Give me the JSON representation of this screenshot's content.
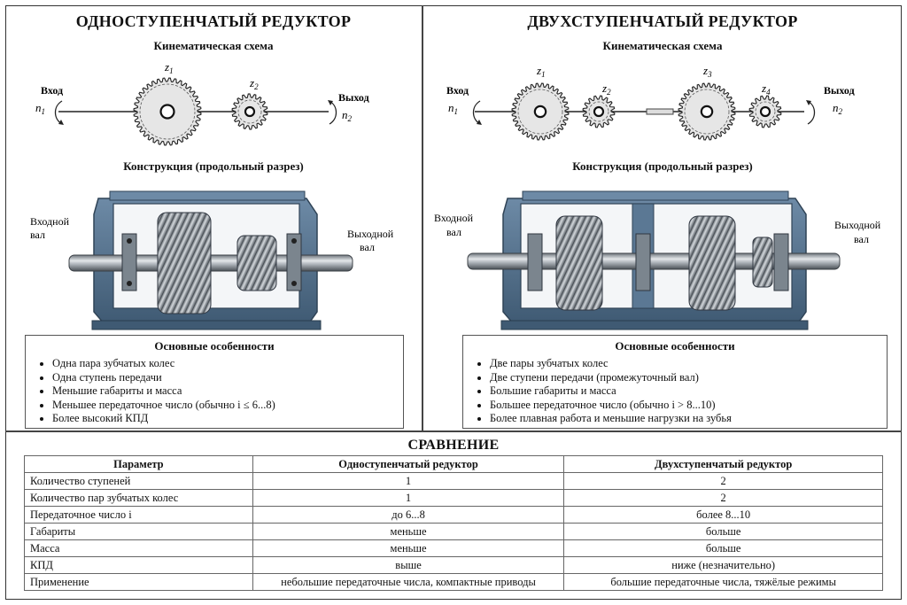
{
  "left": {
    "title": "ОДНОСТУПЕНЧАТЫЙ РЕДУКТОР",
    "kinematic_title": "Кинематическая схема",
    "input_label": "Вход",
    "input_symbol": "n",
    "input_sub": "1",
    "output_label": "Выход",
    "output_symbol": "n",
    "output_sub": "2",
    "gears": [
      {
        "symbol": "z",
        "sub": "1"
      },
      {
        "symbol": "z",
        "sub": "2"
      }
    ],
    "construction_title": "Конструкция (продольный разрез)",
    "input_shaft": [
      "Входной",
      "вал"
    ],
    "output_shaft": [
      "Выходной",
      "вал"
    ],
    "features_title": "Основные особенности",
    "features": [
      "Одна пара зубчатых колес",
      "Одна ступень передачи",
      "Меньшие габариты и масса",
      "Меньшее передаточное число (обычно i ≤ 6...8)",
      "Более высокий КПД"
    ]
  },
  "right": {
    "title": "ДВУХСТУПЕНЧАТЫЙ РЕДУКТОР",
    "kinematic_title": "Кинематическая схема",
    "input_label": "Вход",
    "input_symbol": "n",
    "input_sub": "1",
    "output_label": "Выход",
    "output_symbol": "n",
    "output_sub": "2",
    "gears": [
      {
        "symbol": "z",
        "sub": "1"
      },
      {
        "symbol": "z",
        "sub": "2"
      },
      {
        "symbol": "z",
        "sub": "3"
      },
      {
        "symbol": "z",
        "sub": "4"
      }
    ],
    "construction_title": "Конструкция (продольный разрез)",
    "input_shaft": [
      "Входной",
      "вал"
    ],
    "output_shaft": [
      "Выходной",
      "вал"
    ],
    "features_title": "Основные особенности",
    "features": [
      "Две пары зубчатых колес",
      "Две ступени передачи (промежуточный вал)",
      "Большие габариты и масса",
      "Большее передаточное число (обычно i > 8...10)",
      "Более плавная работа и меньшие нагрузки на зубья"
    ]
  },
  "comparison": {
    "title": "СРАВНЕНИЕ",
    "headers": [
      "Параметр",
      "Одноступенчатый редуктор",
      "Двухступенчатый редуктор"
    ],
    "rows": [
      [
        "Количество ступеней",
        "1",
        "2"
      ],
      [
        "Количество пар зубчатых колес",
        "1",
        "2"
      ],
      [
        "Передаточное число i",
        "до 6...8",
        "более 8...10"
      ],
      [
        "Габариты",
        "меньше",
        "больше"
      ],
      [
        "Масса",
        "меньше",
        "больше"
      ],
      [
        "КПД",
        "выше",
        "ниже (незначительно)"
      ],
      [
        "Применение",
        "небольшие передаточные числа, компактные приводы",
        "большие передаточные числа, тяжёлые режимы"
      ]
    ]
  },
  "colors": {
    "housing": "#5b7894",
    "housing_dark": "#3f5a73",
    "steel": "#9aa1a8",
    "gear_fill": "#e6e6e6"
  }
}
